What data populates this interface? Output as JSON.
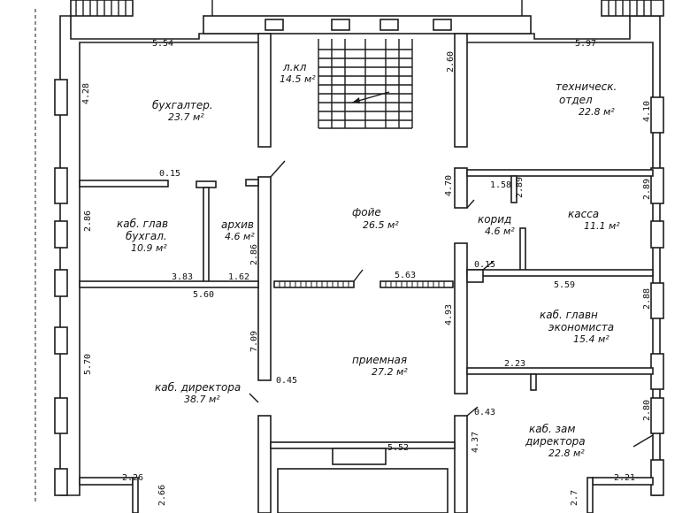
{
  "rooms": {
    "accountant": {
      "name": "бухгалтер.",
      "area": "23.7 м²"
    },
    "stairs": {
      "name": "л.кл",
      "area": "14.5 м²"
    },
    "technical": {
      "name": "техническ.",
      "name2": "отдел",
      "area": "22.8 м²"
    },
    "chief_accountant": {
      "name": "каб. глав",
      "name2": "бухгал.",
      "area": "10.9 м²"
    },
    "archive": {
      "name": "архив",
      "area": "4.6 м²"
    },
    "foyer": {
      "name": "фойе",
      "area": "26.5 м²"
    },
    "corridor": {
      "name": "корид",
      "area": "4.6 м²"
    },
    "cashier": {
      "name": "касса",
      "area": "11.1 м²"
    },
    "chief_economist": {
      "name": "каб. главн",
      "name2": "экономиста",
      "area": "15.4 м²"
    },
    "reception": {
      "name": "приемная",
      "area": "27.2 м²"
    },
    "director": {
      "name": "каб. директора",
      "area": "38.7 м²"
    },
    "deputy_director": {
      "name": "каб. зам",
      "name2": "директора",
      "area": "22.8 м²"
    }
  },
  "dimensions": {
    "d554": "5.54",
    "d260": "2.60",
    "d597": "5.97",
    "d428": "4.28",
    "d410": "4.10",
    "d015a": "0.15",
    "d470": "4.70",
    "d158": "1.58",
    "d289a": "2.89",
    "d289b": "2.89",
    "d286a": "2.86",
    "d286b": "2.86",
    "d383": "3.83",
    "d162": "1.62",
    "d015b": "0.15",
    "d563": "5.63",
    "d560": "5.60",
    "d559": "5.59",
    "d288": "2.88",
    "d493": "4.93",
    "d709": "7.09",
    "d570": "5.70",
    "d045": "0.45",
    "d223": "2.23",
    "d043": "0.43",
    "d280": "2.80",
    "d437": "4.37",
    "d552": "5.52",
    "d226": "2.26",
    "d266": "2.66",
    "d27": "2.7",
    "d221": "2.21"
  }
}
